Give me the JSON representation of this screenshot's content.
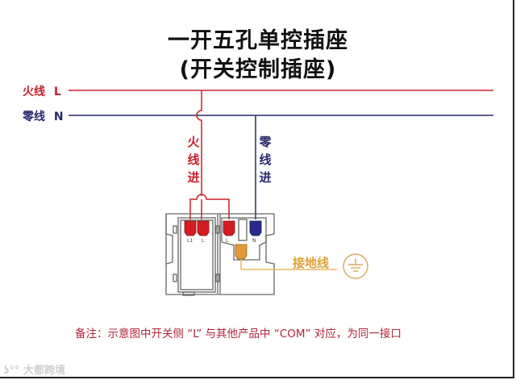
{
  "title": {
    "line1": "一开五孔单控插座",
    "line2": "(开关控制插座)"
  },
  "wires": {
    "live": {
      "label": "火线",
      "letter": "L",
      "color": "#c8202a"
    },
    "neutral": {
      "label": "零线",
      "letter": "N",
      "color": "#2a2a6e"
    },
    "earth": {
      "label": "接地线",
      "color": "#e0a030"
    }
  },
  "vertical_labels": {
    "live_in": [
      "火",
      "线",
      "进"
    ],
    "neutral_in": [
      "零",
      "线",
      "进"
    ]
  },
  "terminals": {
    "switch": [
      "L1",
      "L"
    ],
    "socket_live": "L",
    "socket_neutral": "N",
    "socket_earth": "⏚"
  },
  "note": "备注：示意图中开关侧 “L” 与其他产品中 “COM” 对应，为同一接口",
  "watermark": "大都跨境"
}
